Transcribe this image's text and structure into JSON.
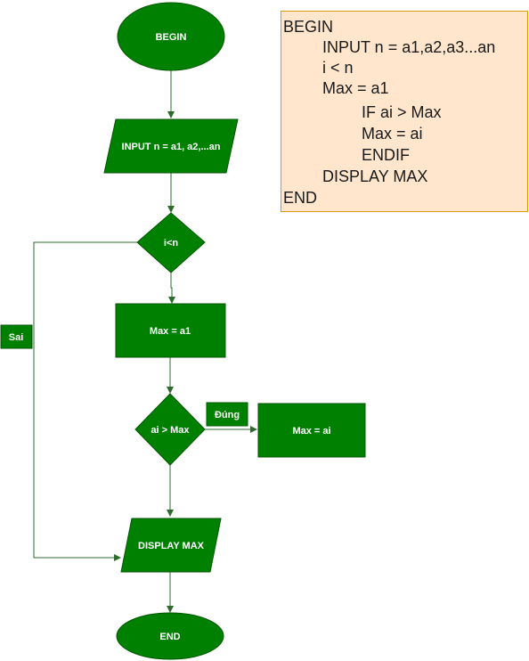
{
  "colors": {
    "node_fill": "#008000",
    "node_stroke": "#005700",
    "edge": "#2d6b2d",
    "pseudo_fill": "#ffe6cc",
    "pseudo_stroke": "#d79b00"
  },
  "flowchart": {
    "begin": "BEGIN",
    "input": "INPUT n = a1, a2,...an",
    "condition_loop": "i<n",
    "assign_max": "Max = a1",
    "condition_compare": "ai > Max",
    "assign_max_ai": "Max = ai",
    "display": "DISPLAY MAX",
    "end": "END",
    "label_false": "Sai",
    "label_true": "Đúng"
  },
  "pseudocode": {
    "lines": [
      "BEGIN",
      "INPUT n = a1,a2,a3...an",
      "i < n",
      "Max = a1",
      "IF ai > Max",
      "Max = ai",
      "ENDIF",
      "DISPLAY MAX",
      "END"
    ]
  }
}
